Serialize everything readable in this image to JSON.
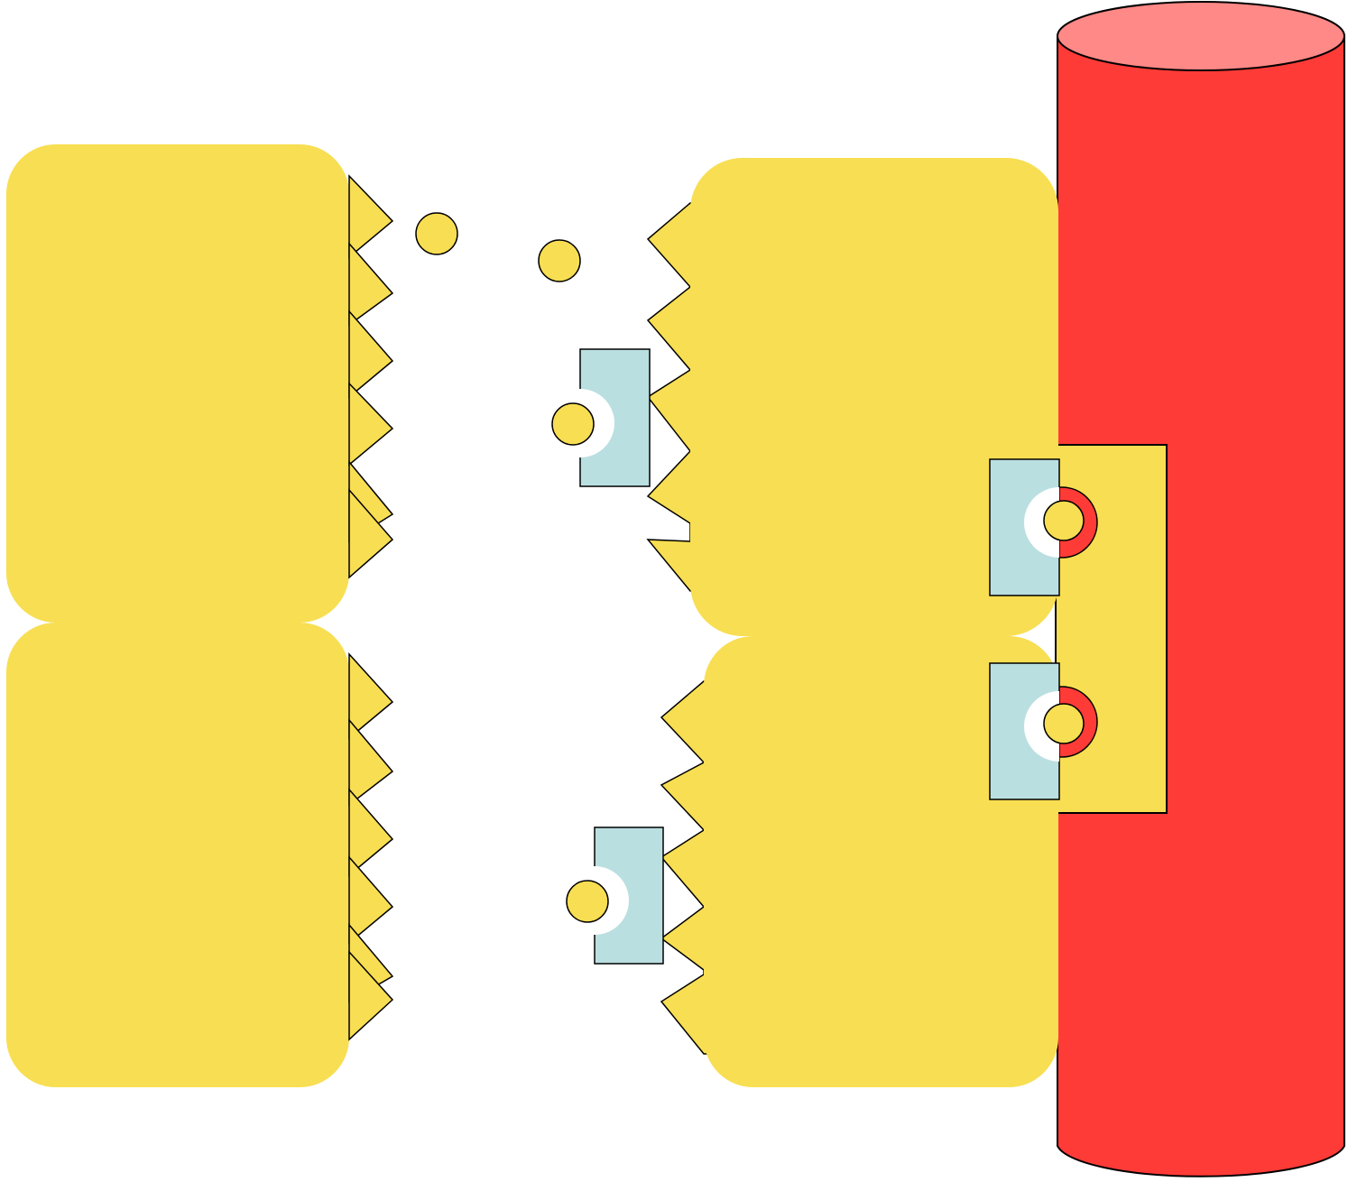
{
  "diagram": {
    "colors": {
      "background": "#ffffff",
      "cell": "#f8de52",
      "vessel": "#fe3b37",
      "vessel_top": "#ff8986",
      "receptor": "#badfe1",
      "cutout": "#ffffff",
      "outline": "#000000"
    },
    "elements": {
      "cells": [
        "cell-upper-left",
        "cell-lower-left",
        "cell-upper-right",
        "cell-lower-right"
      ],
      "vessel": "blood-vessel",
      "free_ligands": [
        "ligand-free-1",
        "ligand-free-2"
      ],
      "receptors": [
        "receptor-with-ligand-upper",
        "receptor-with-ligand-lower"
      ],
      "vessel_receptors": [
        "vessel-receptor-upper",
        "vessel-receptor-lower"
      ]
    }
  }
}
